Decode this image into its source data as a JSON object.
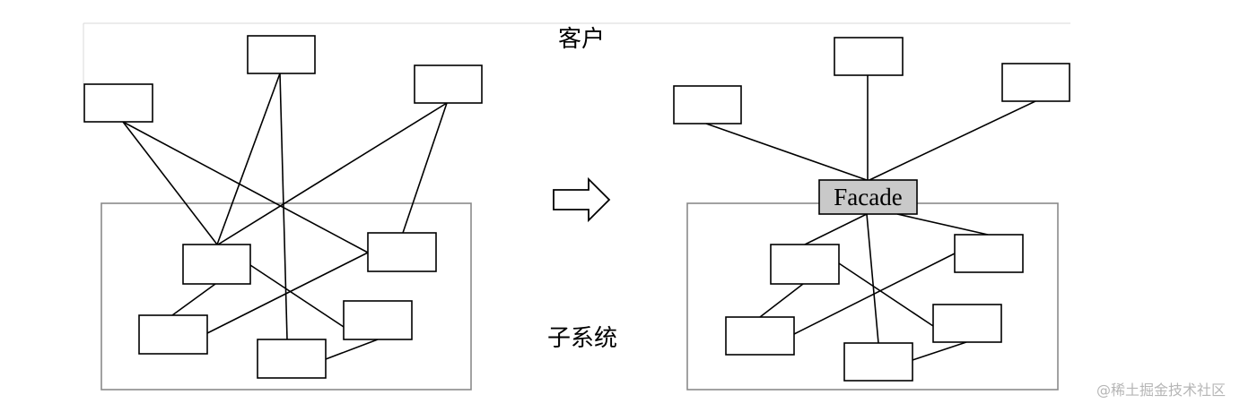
{
  "labels": {
    "client": "客户",
    "subsystem": "子系统",
    "facade": "Facade"
  },
  "watermark": "@稀土掘金技术社区",
  "icons": {
    "transition_arrow": "right-arrow-icon"
  },
  "colors": {
    "facade_fill": "#c9c9c9",
    "container_stroke": "#8a8a8a",
    "watermark": "#b6b6b6"
  }
}
